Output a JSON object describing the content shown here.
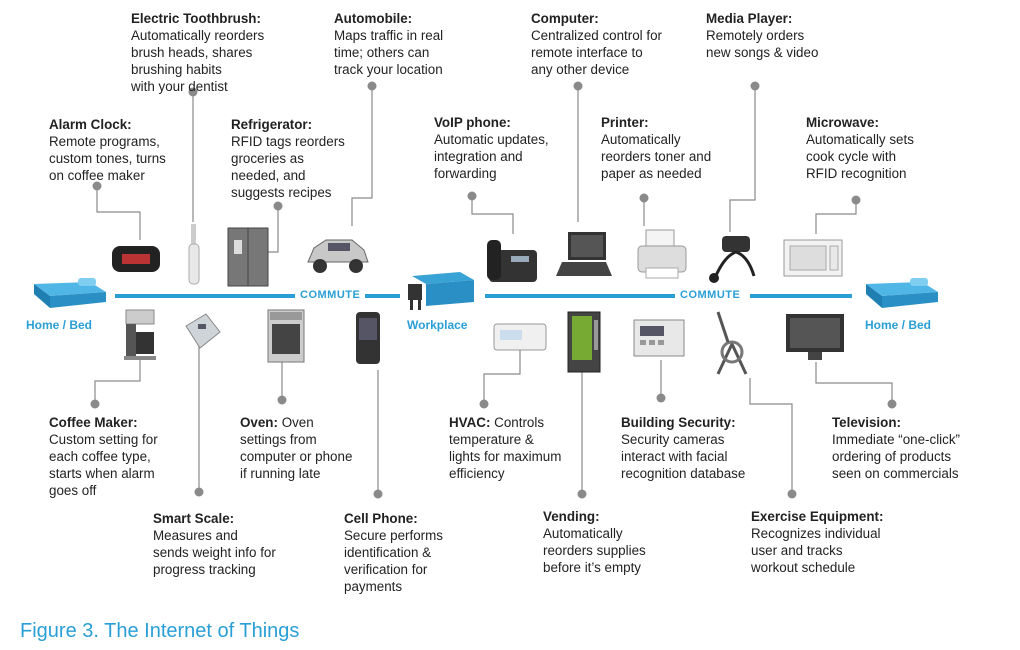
{
  "places": {
    "home_left": "Home / Bed",
    "workplace": "Workplace",
    "home_right": "Home / Bed"
  },
  "commute_labels": [
    "COMMUTE",
    "COMMUTE"
  ],
  "devices": {
    "alarm_clock": {
      "title": "Alarm Clock:",
      "desc": "Remote programs,\ncustom tones, turns\non coffee maker"
    },
    "toothbrush": {
      "title": "Electric Toothbrush:",
      "desc": "Automatically reorders\nbrush heads, shares\nbrushing habits\nwith your dentist"
    },
    "refrigerator": {
      "title": "Refrigerator:",
      "desc": "RFID tags reorders\ngroceries as\nneeded, and\nsuggests recipes"
    },
    "automobile": {
      "title": "Automobile:",
      "desc": "Maps traffic in real\ntime; others can\ntrack your location"
    },
    "voip": {
      "title": "VoIP phone:",
      "desc": "Automatic updates,\nintegration and\nforwarding"
    },
    "computer": {
      "title": "Computer:",
      "desc": "Centralized control for\nremote interface to\nany other device"
    },
    "printer": {
      "title": "Printer:",
      "desc": "Automatically\nreorders toner and\npaper as needed"
    },
    "media_player": {
      "title": "Media Player:",
      "desc": "Remotely orders\nnew songs & video"
    },
    "microwave": {
      "title": "Microwave:",
      "desc": "Automatically sets\ncook cycle with\nRFID recognition"
    },
    "coffee_maker": {
      "title": "Coffee Maker:",
      "desc": "Custom setting for\neach coffee type,\nstarts when alarm\ngoes off"
    },
    "smart_scale": {
      "title": "Smart Scale:",
      "desc": "Measures and\nsends weight info for\nprogress tracking"
    },
    "oven": {
      "title": "Oven:",
      "desc": "Oven\nsettings from\ncomputer or phone\nif running late"
    },
    "cell_phone": {
      "title": "Cell Phone:",
      "desc": "Secure performs\nidentification &\nverification for\npayments"
    },
    "hvac": {
      "title": "HVAC:",
      "desc": "Controls\ntemperature &\nlights for maximum\nefficiency"
    },
    "vending": {
      "title": "Vending:",
      "desc": "Automatically\nreorders supplies\nbefore it’s empty"
    },
    "building_security": {
      "title": "Building Security:",
      "desc": "Security cameras\ninteract with facial\nrecognition database"
    },
    "exercise": {
      "title": "Exercise Equipment:",
      "desc": "Recognizes individual\nuser and tracks\nworkout schedule"
    },
    "television": {
      "title": "Television:",
      "desc": "Immediate “one-click”\nordering of products\nseen on commercials"
    }
  },
  "caption": "Figure 3.  The Internet of Things",
  "colors": {
    "accent": "#2a9fd6",
    "leader": "#8a8a8a",
    "text": "#222222"
  }
}
